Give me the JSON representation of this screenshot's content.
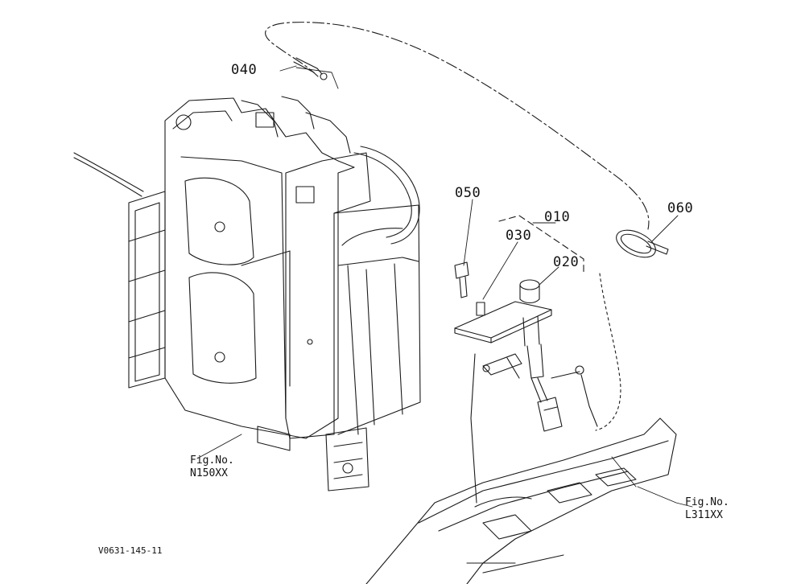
{
  "callouts": {
    "c010": "010",
    "c020": "020",
    "c030": "030",
    "c040": "040",
    "c050": "050",
    "c060": "060"
  },
  "figure_refs": {
    "n150": {
      "line1": "Fig.No.",
      "line2": "N150XX"
    },
    "l311": {
      "line1": "Fig.No.",
      "line2": "L311XX"
    }
  },
  "document_id": "V0631-145-11",
  "colors": {
    "line": "#1a1a1a",
    "background": "#ffffff"
  }
}
